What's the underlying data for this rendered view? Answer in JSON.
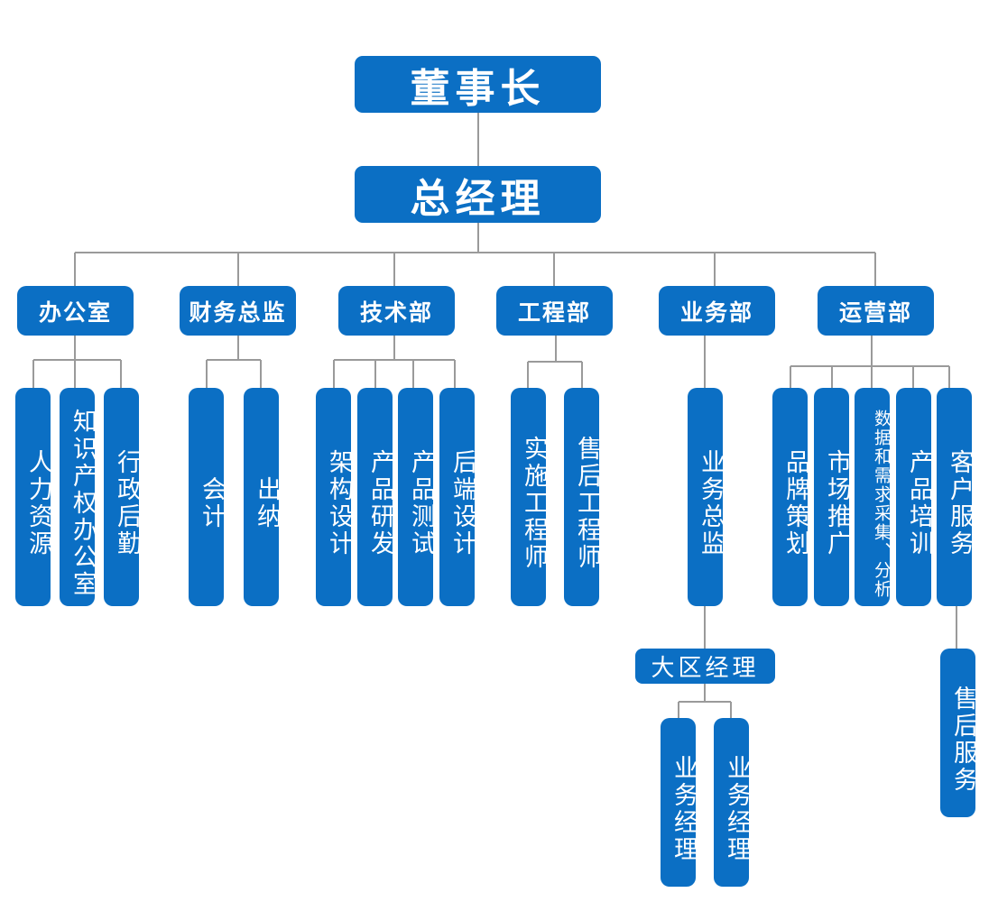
{
  "colors": {
    "node_fill": "#0b6fc4",
    "node_text": "#ffffff",
    "connector": "#9a9a9a",
    "background": "#ffffff"
  },
  "chairman": {
    "label": "董事长"
  },
  "general_manager": {
    "label": "总经理"
  },
  "departments": [
    {
      "label": "办公室",
      "children": [
        {
          "label": "人力资源"
        },
        {
          "label": "知识产权办公室"
        },
        {
          "label": "行政后勤"
        }
      ]
    },
    {
      "label": "财务总监",
      "children": [
        {
          "label": "会计"
        },
        {
          "label": "出纳"
        }
      ]
    },
    {
      "label": "技术部",
      "children": [
        {
          "label": "架构设计"
        },
        {
          "label": "产品研发"
        },
        {
          "label": "产品测试"
        },
        {
          "label": "后端设计"
        }
      ]
    },
    {
      "label": "工程部",
      "children": [
        {
          "label": "实施工程师"
        },
        {
          "label": "售后工程师"
        }
      ]
    },
    {
      "label": "业务部",
      "children": [
        {
          "label": "业务总监",
          "children": [
            {
              "label": "大区经理",
              "children": [
                {
                  "label": "业务经理"
                },
                {
                  "label": "业务经理"
                }
              ]
            }
          ]
        }
      ]
    },
    {
      "label": "运营部",
      "children": [
        {
          "label": "品牌策划"
        },
        {
          "label": "市场推广"
        },
        {
          "label": "数据和需求采集、分析"
        },
        {
          "label": "产品培训"
        },
        {
          "label": "客户服务",
          "children": [
            {
              "label": "售后服务"
            }
          ]
        }
      ]
    }
  ]
}
